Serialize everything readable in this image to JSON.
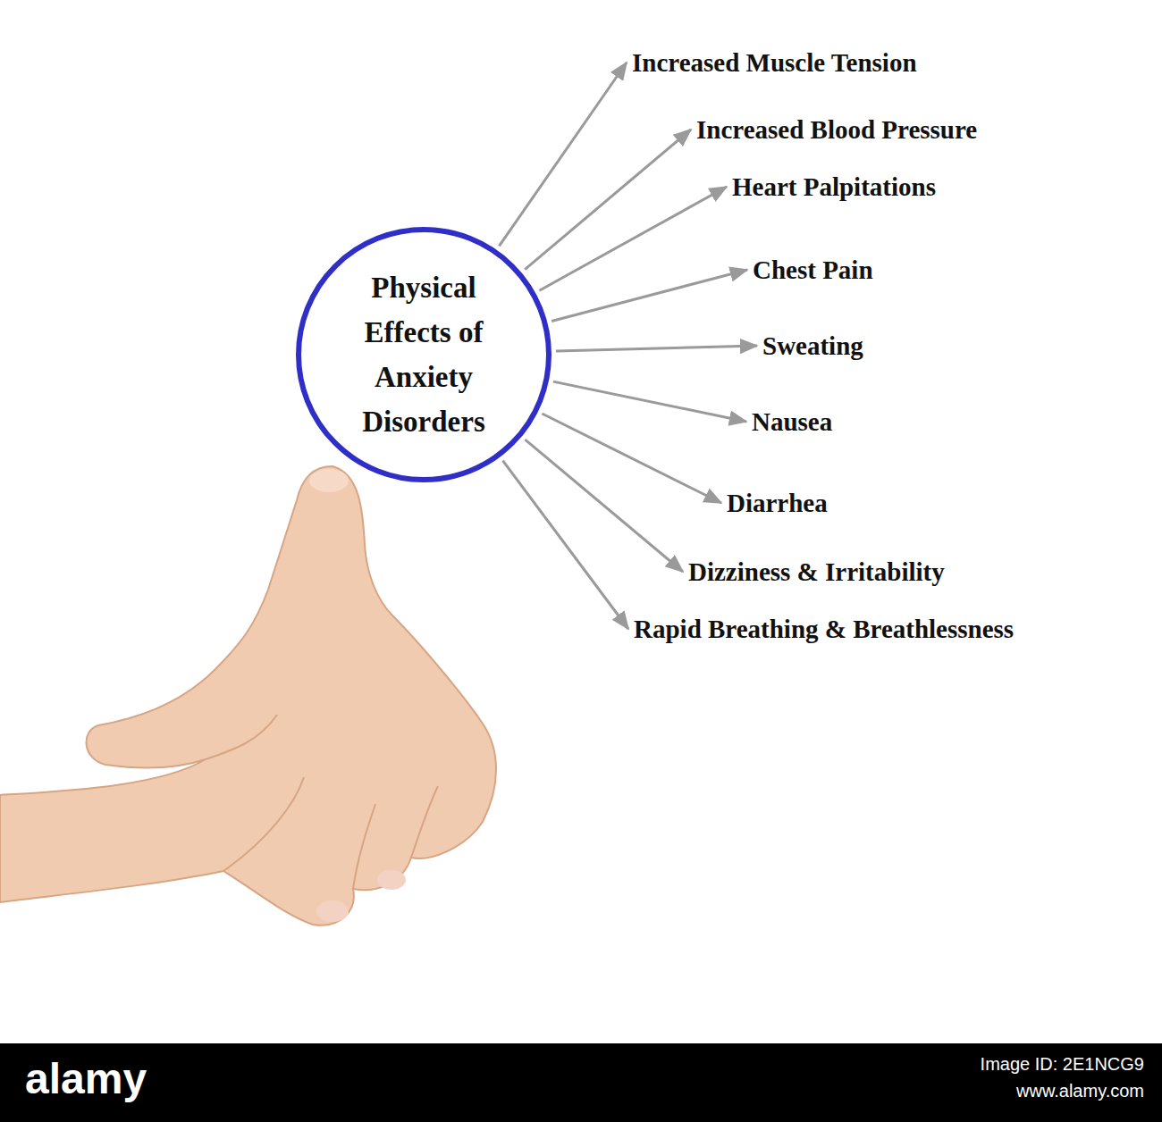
{
  "diagram": {
    "nodes": [
      {
        "text": [
          "Physical Effects of Anxiety Disorders"
        ]
      },
      {
        "text": [
          "Increased Muscle Tension"
        ]
      },
      {
        "text": [
          "Increased Blood Pressure"
        ]
      },
      {
        "text": [
          "Heart Palpitations"
        ]
      },
      {
        "text": [
          "Chest Pain"
        ]
      },
      {
        "text": [
          "Sweating"
        ]
      },
      {
        "text": [
          "Nausea"
        ]
      },
      {
        "text": [
          "Diarrhea"
        ]
      },
      {
        "text": [
          "Dizziness & Irritability"
        ]
      },
      {
        "text": [
          "Rapid Breathing & Breathlessness"
        ]
      }
    ],
    "edges": [
      {
        "from": 0,
        "to": 1,
        "arrow": "to"
      },
      {
        "from": 0,
        "to": 2,
        "arrow": "to"
      },
      {
        "from": 0,
        "to": 3,
        "arrow": "to"
      },
      {
        "from": 0,
        "to": 4,
        "arrow": "to"
      },
      {
        "from": 0,
        "to": 5,
        "arrow": "to"
      },
      {
        "from": 0,
        "to": 6,
        "arrow": "to"
      },
      {
        "from": 0,
        "to": 7,
        "arrow": "to"
      },
      {
        "from": 0,
        "to": 8,
        "arrow": "to"
      },
      {
        "from": 0,
        "to": 9,
        "arrow": "to"
      }
    ],
    "labels": [
      "alamy",
      "Image ID: 2E1NCG9",
      "www.alamy.com"
    ]
  }
}
